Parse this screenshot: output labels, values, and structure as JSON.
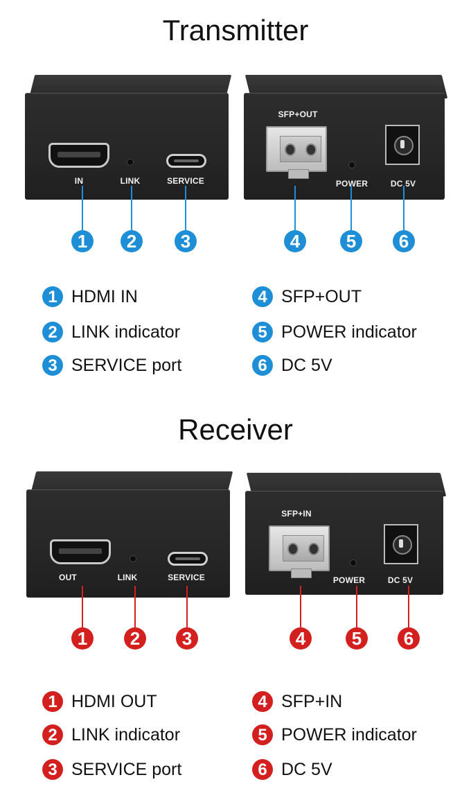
{
  "transmitter": {
    "title": "Transmitter",
    "front": {
      "in_label": "IN",
      "link_label": "LINK",
      "service_label": "SERVICE"
    },
    "rear": {
      "sfp_label": "SFP+OUT",
      "power_label": "POWER",
      "dc_label": "DC 5V"
    },
    "badge_color": "#1e8fd6",
    "legend": [
      {
        "num": "1",
        "text": "HDMI IN"
      },
      {
        "num": "2",
        "text": "LINK indicator"
      },
      {
        "num": "3",
        "text": "SERVICE port"
      },
      {
        "num": "4",
        "text": "SFP+OUT"
      },
      {
        "num": "5",
        "text": "POWER indicator"
      },
      {
        "num": "6",
        "text": "DC 5V"
      }
    ]
  },
  "receiver": {
    "title": "Receiver",
    "front": {
      "out_label": "OUT",
      "link_label": "LINK",
      "service_label": "SERVICE"
    },
    "rear": {
      "sfp_label": "SFP+IN",
      "power_label": "POWER",
      "dc_label": "DC 5V"
    },
    "badge_color": "#d41f1f",
    "legend": [
      {
        "num": "1",
        "text": "HDMI OUT"
      },
      {
        "num": "2",
        "text": "LINK indicator"
      },
      {
        "num": "3",
        "text": "SERVICE port"
      },
      {
        "num": "4",
        "text": "SFP+IN"
      },
      {
        "num": "5",
        "text": "POWER indicator"
      },
      {
        "num": "6",
        "text": "DC 5V"
      }
    ]
  }
}
